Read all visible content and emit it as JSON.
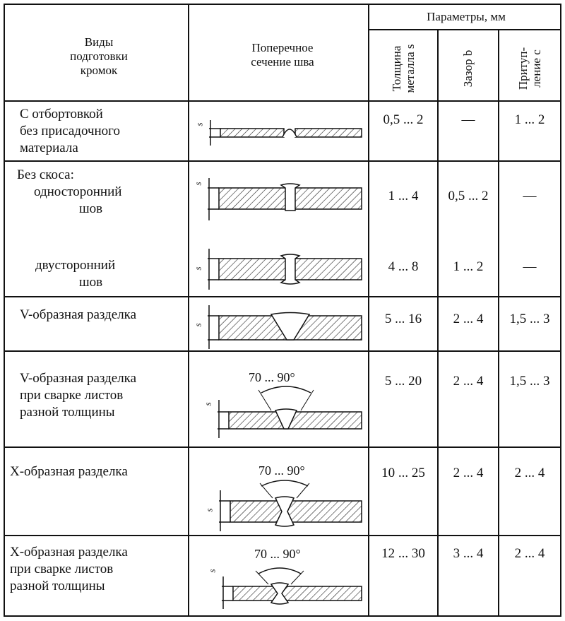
{
  "header": {
    "col1": [
      "Виды",
      "подготовки",
      "кромок"
    ],
    "col2": [
      "Поперечное",
      "сечение шва"
    ],
    "params": "Параметры, мм",
    "p1": [
      "Толщина",
      "металла s"
    ],
    "p2": "Зазор b",
    "p3": [
      "Притуп-",
      "ление c"
    ]
  },
  "rows": [
    {
      "name": [
        "С отбортовкой",
        "без присадочного",
        "материала"
      ],
      "s": "0,5 ... 2",
      "b": "—",
      "c": "1 ... 2"
    },
    {
      "name": [
        "Без скоса:",
        "односторонний",
        "шов"
      ],
      "s": "1 ... 4",
      "b": "0,5 ... 2",
      "c": "—"
    },
    {
      "name": [
        "двусторонний",
        "шов"
      ],
      "s": "4 ... 8",
      "b": "1 ... 2",
      "c": "—"
    },
    {
      "name": [
        "V-образная разделка"
      ],
      "s": "5 ... 16",
      "b": "2 ... 4",
      "c": "1,5 ... 3"
    },
    {
      "name": [
        "V-образная разделка",
        "при сварке листов",
        "разной толщины"
      ],
      "s": "5 ... 20",
      "b": "2 ... 4",
      "c": "1,5 ... 3",
      "angle": "70 ... 90°"
    },
    {
      "name": [
        "X-образная разделка"
      ],
      "s": "10 ... 25",
      "b": "2 ... 4",
      "c": "2 ... 4",
      "angle": "70 ... 90°"
    },
    {
      "name": [
        "X-образная разделка",
        "при сварке листов",
        "разной толщины"
      ],
      "s": "12 ... 30",
      "b": "3 ... 4",
      "c": "2 ... 4",
      "angle": "70 ... 90°"
    }
  ],
  "symbols": {
    "s": "s"
  }
}
